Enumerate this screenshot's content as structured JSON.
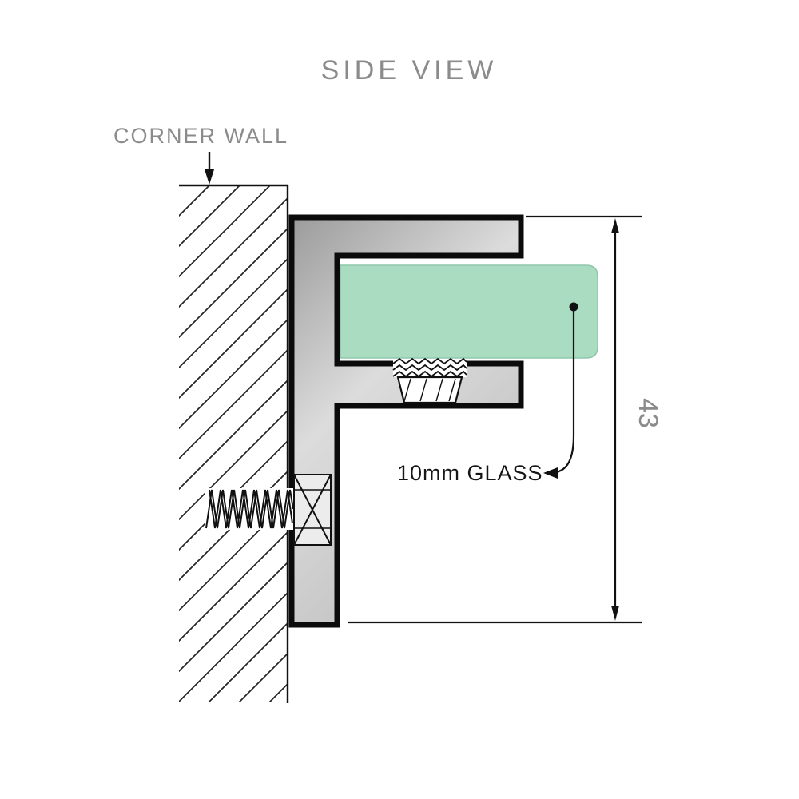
{
  "title": "SIDE VIEW",
  "labels": {
    "corner_wall": "CORNER WALL",
    "glass": "10mm GLASS",
    "dimension": "43"
  },
  "colors": {
    "glass": "#a9dcc0",
    "text_gray": "#8b8b8b",
    "line": "#111111",
    "metal_dark": "#9b9b9b",
    "metal_light": "#dcdcdc"
  }
}
